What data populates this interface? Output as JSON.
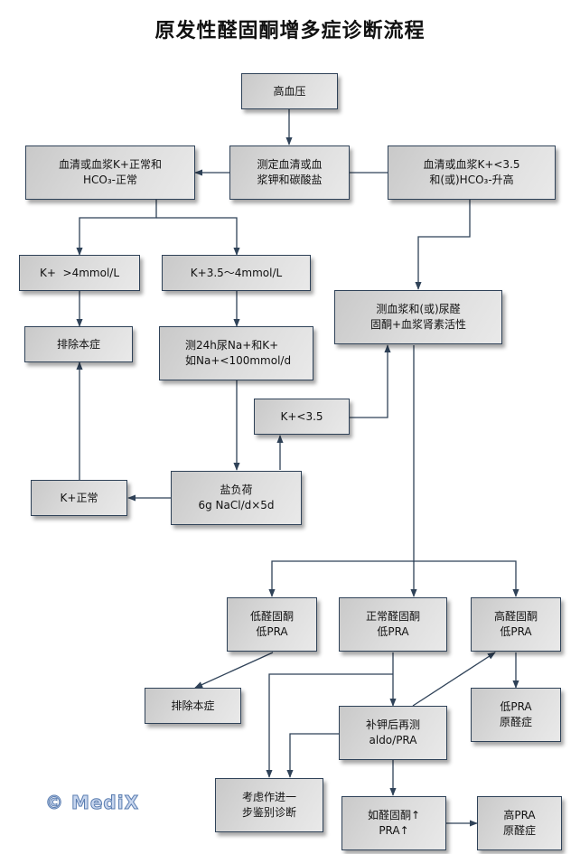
{
  "title": "原发性醛固酮增多症诊断流程",
  "watermark": "© MediX",
  "colors": {
    "box_border": "#2f4258",
    "line": "#2f4258",
    "watermark": "#5a7db0"
  },
  "nodes": {
    "hypertension": [
      "高血压"
    ],
    "measure_k_hco3": [
      "测定血清或血",
      "浆钾和碳酸盐"
    ],
    "k_normal_hco3_normal": [
      "血清或血浆K+正常和",
      "HCO₃-正常"
    ],
    "k_low_hco3_high": [
      "血清或血浆K+<3.5",
      "和(或)HCO₃-升高"
    ],
    "k_gt_4": [
      "K+  >4mmol/L"
    ],
    "k_3_5_to_4": [
      "K+3.5～4mmol/L"
    ],
    "exclude_1": [
      "排除本症"
    ],
    "urine_na_k": [
      "测24h尿Na+和K+",
      "如Na+<100mmol/d"
    ],
    "measure_aldo_pra": [
      "测血浆和(或)尿醛",
      "固酮+血浆肾素活性"
    ],
    "k_lt_3_5": [
      "K+<3.5"
    ],
    "k_normal": [
      "K+正常"
    ],
    "salt_load": [
      "盐负荷",
      "6g NaCl/d×5d"
    ],
    "low_aldo_low_pra": [
      "低醛固酮",
      "低PRA"
    ],
    "normal_aldo_low_pra": [
      "正常醛固酮",
      "低PRA"
    ],
    "high_aldo_low_pra": [
      "高醛固酮",
      "低PRA"
    ],
    "exclude_2": [
      "排除本症"
    ],
    "low_pra_aldosteronism": [
      "低PRA",
      "原醛症"
    ],
    "retest_after_k": [
      "补钾后再测",
      "aldo/PRA"
    ],
    "further_diagnosis": [
      "考虑作进一",
      "步鉴别诊断"
    ],
    "if_aldo_pra_up": [
      "如醛固酮↑",
      "PRA↑"
    ],
    "high_pra_aldosteronism": [
      "高PRA",
      "原醛症"
    ]
  }
}
